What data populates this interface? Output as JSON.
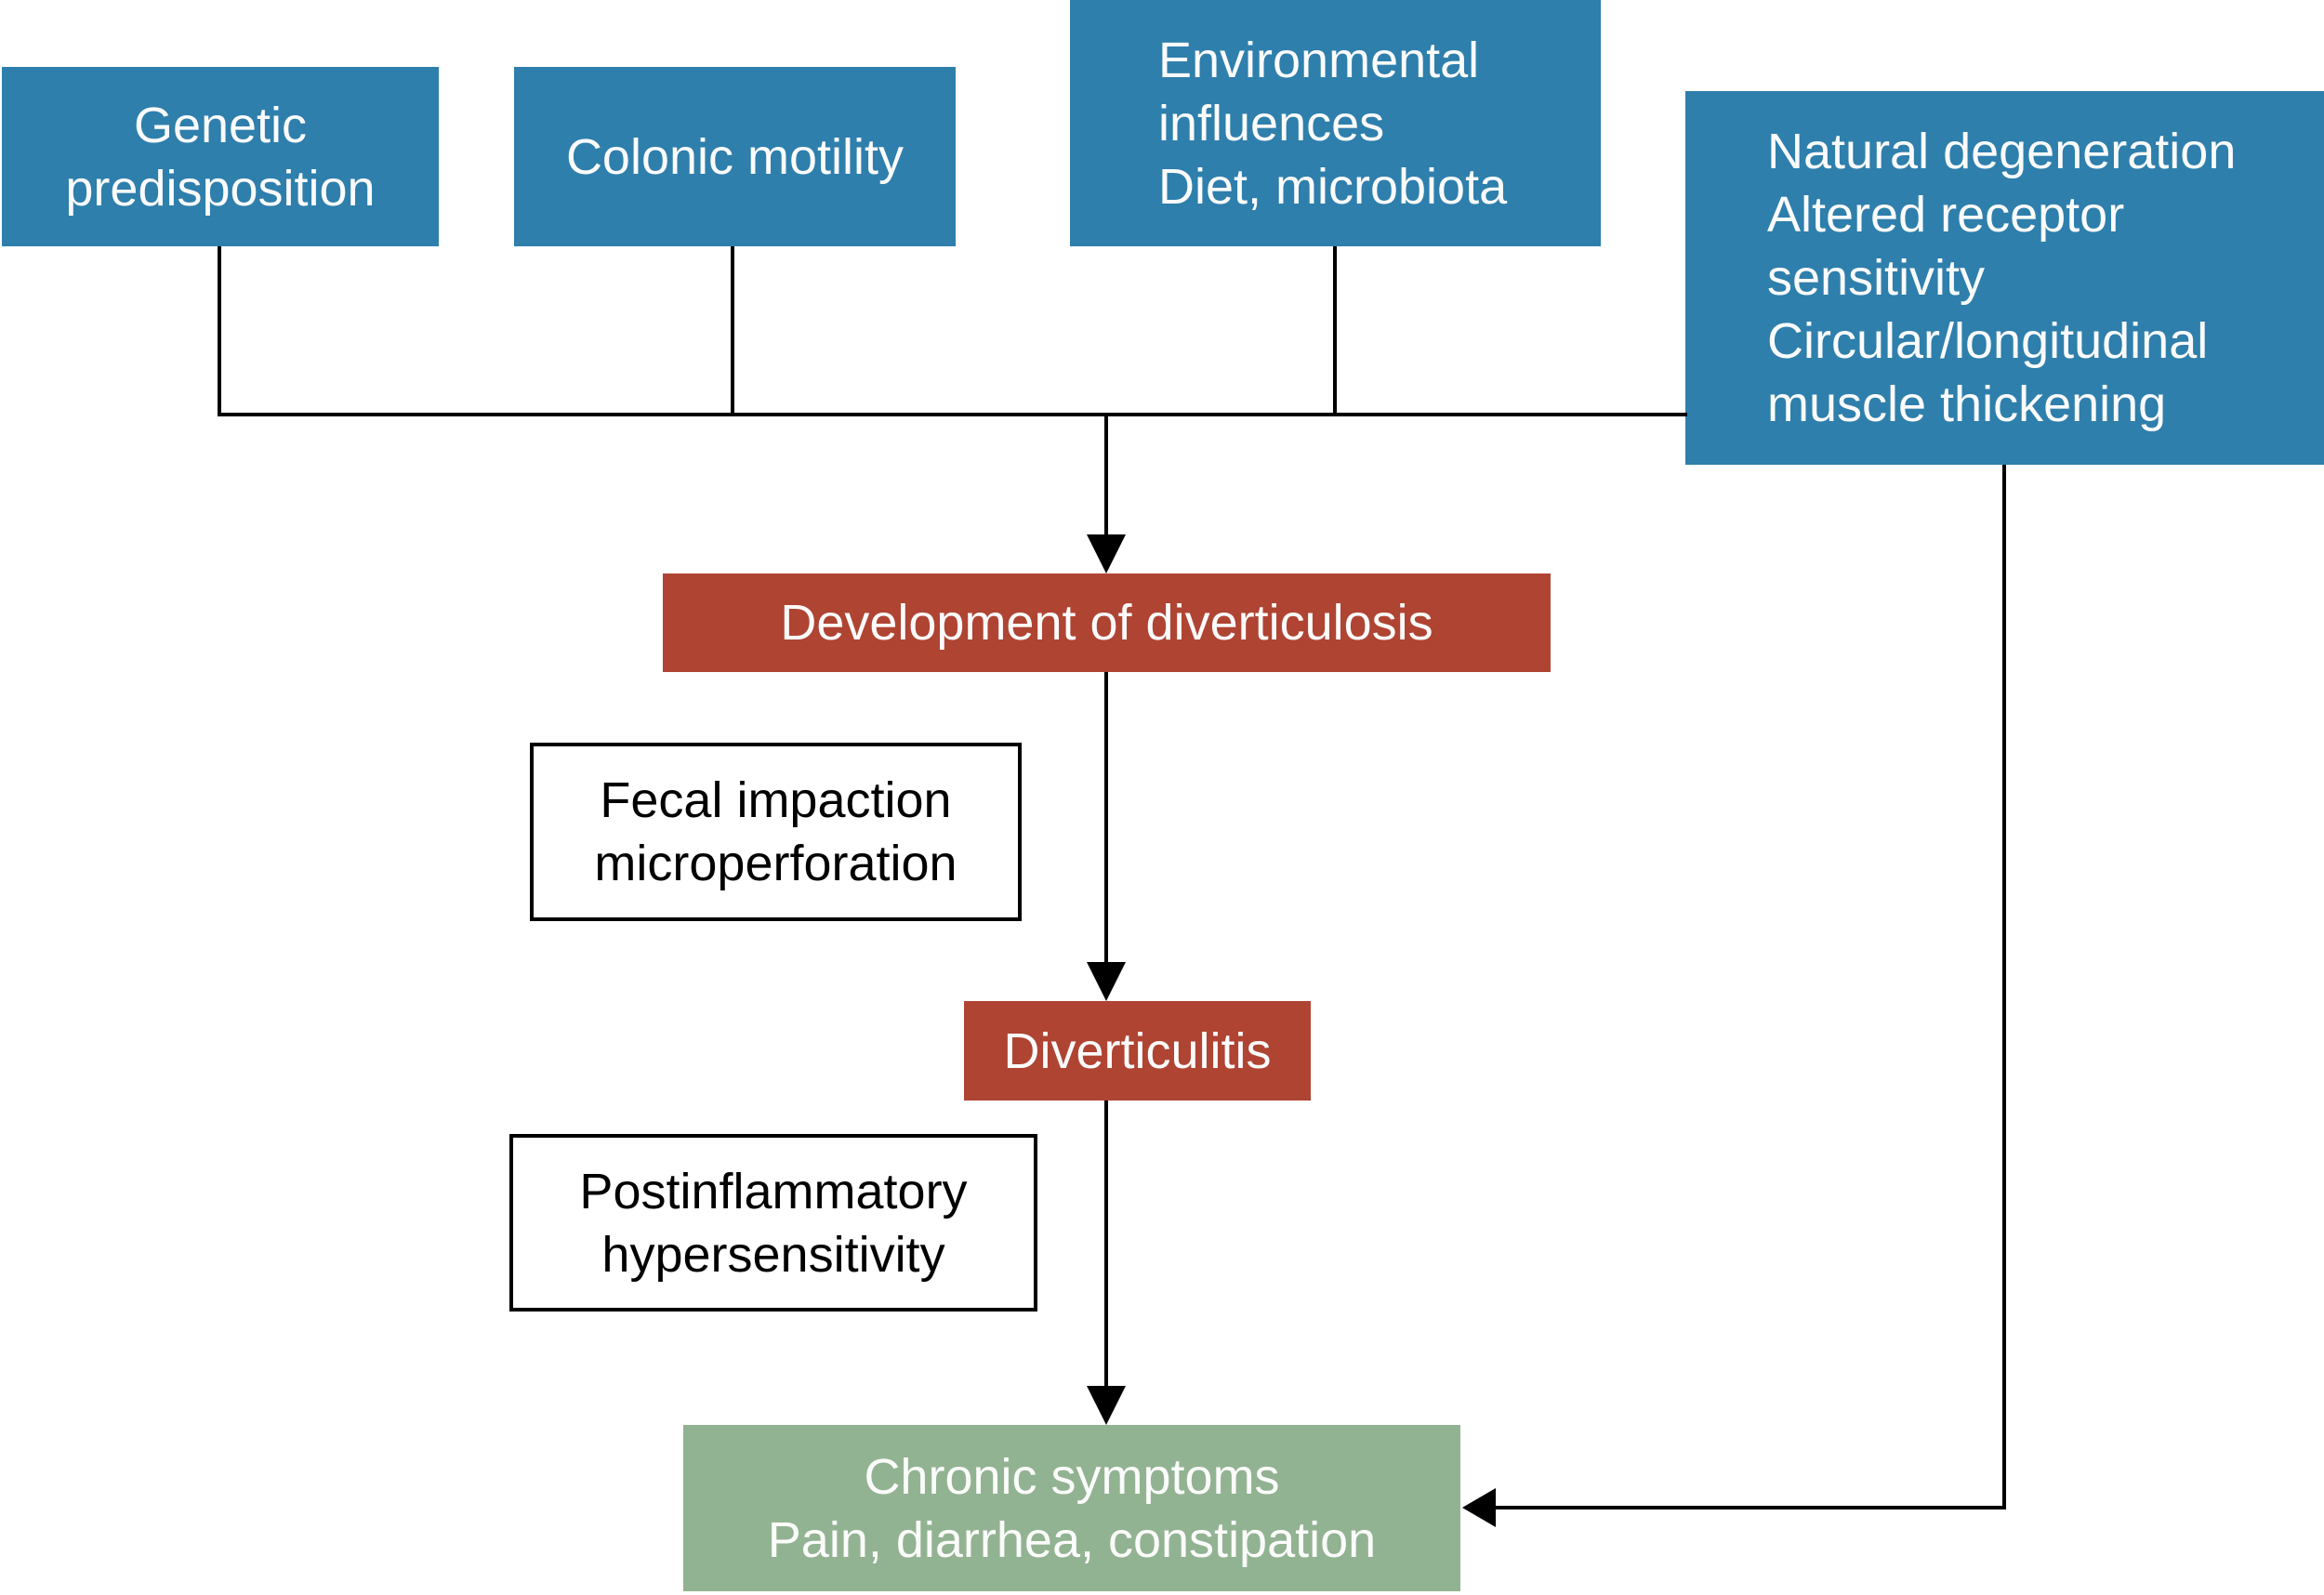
{
  "colors": {
    "blue": "#2E7FAC",
    "red": "#AF4433",
    "green": "#92B392",
    "line": "#000000",
    "text_on_color": "#FBFBFB",
    "text_on_white": "#000000"
  },
  "nodes": {
    "genetic": {
      "label": "Genetic\npredisposition"
    },
    "colonic": {
      "label": "Colonic motility"
    },
    "environmental": {
      "label": "Environmental\ninfluences\nDiet, microbiota"
    },
    "natural": {
      "label": "Natural degeneration\nAltered receptor\nsensitivity\nCircular/longitudinal\nmuscle thickening"
    },
    "diverticulosis": {
      "label": "Development of diverticulosis"
    },
    "fecal": {
      "label": "Fecal impaction\nmicroperforation"
    },
    "diverticulitis": {
      "label": "Diverticulitis"
    },
    "postinflammatory": {
      "label": "Postinflammatory\nhypersensitivity"
    },
    "chronic": {
      "label": "Chronic symptoms\nPain, diarrhea, constipation"
    }
  }
}
